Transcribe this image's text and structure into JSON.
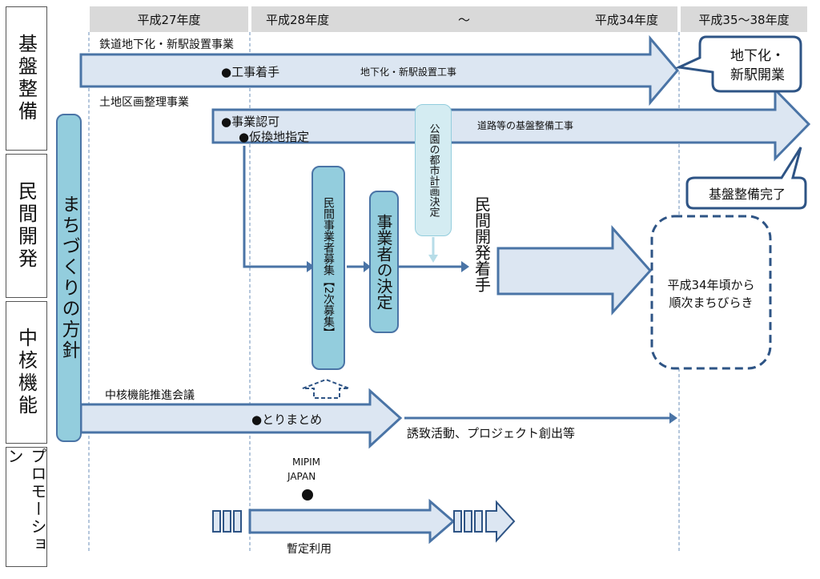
{
  "timeline": {
    "col1": "平成27年度",
    "col2_start": "平成28年度",
    "col2_tilde": "～",
    "col2_end": "平成34年度",
    "col3": "平成35～38年度"
  },
  "rows": {
    "infrastructure": "基盤整備",
    "private_dev": "民間開発",
    "core_function": "中核機能",
    "promotion": "プロモーション"
  },
  "policy_bar": "まちづくりの方針",
  "railway": {
    "title": "鉄道地下化・新駅設置事業",
    "milestone": "●工事着手",
    "arrow_text": "地下化・新駅設置工事",
    "callout": [
      "地下化・",
      "新駅開業"
    ]
  },
  "land": {
    "title": "土地区画整理事業",
    "milestone1": "●事業認可",
    "milestone2": "●仮換地指定",
    "arrow_text": "道路等の基盤整備工事",
    "callout": "基盤整備完了",
    "park_box": "公園の都市計画決定"
  },
  "private": {
    "recruit_box": "民間事業者募集【2次募集】",
    "decision_box": "事業者の決定",
    "start_text": "民間開発着手",
    "result": [
      "平成34年頃から",
      "順次まちびらき"
    ]
  },
  "core": {
    "title": "中核機能推進会議",
    "milestone": "●とりまとめ",
    "after": "誘致活動、プロジェクト創出等"
  },
  "promo": {
    "event_name": "MIPIM",
    "event_country": "JAPAN",
    "arrow_text": "暫定利用"
  },
  "colors": {
    "arrow_fill": "#dce6f2",
    "arrow_stroke": "#4a74a6",
    "box_fill": "#93cddd",
    "header_fill": "#d9d9d9",
    "callout_stroke": "#2e5485"
  }
}
